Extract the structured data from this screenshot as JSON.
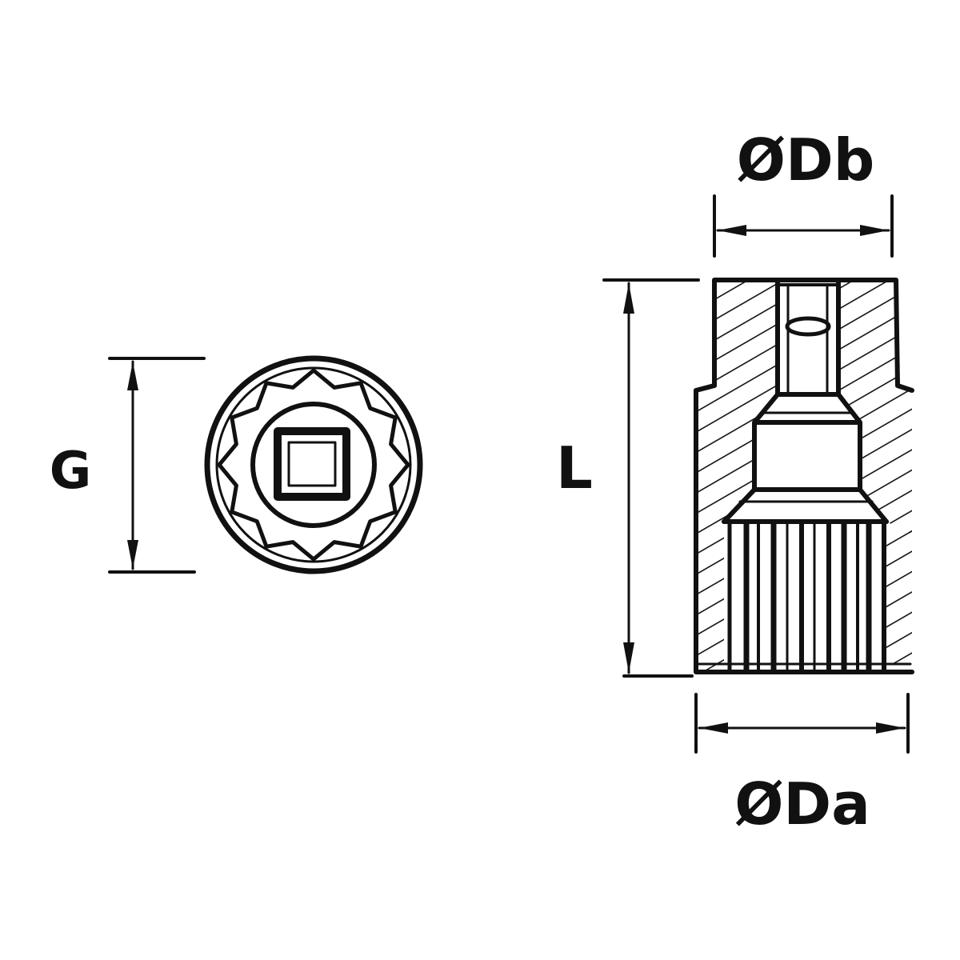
{
  "labels": {
    "g": "G",
    "l": "L",
    "db": "ØDb",
    "da": "ØDa"
  },
  "colors": {
    "ink": "#111111",
    "paper": "#ffffff"
  }
}
